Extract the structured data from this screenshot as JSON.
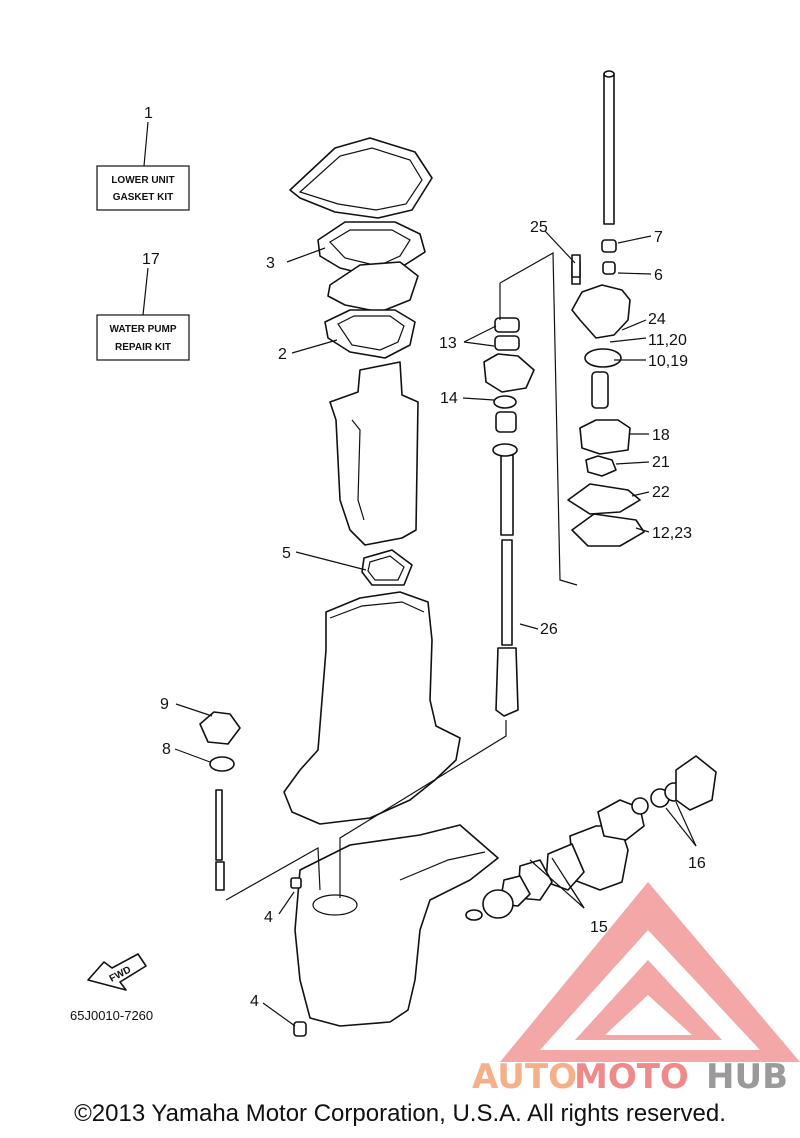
{
  "kits": {
    "kit1": {
      "number": "1",
      "line1": "LOWER UNIT",
      "line2": "GASKET KIT"
    },
    "kit17": {
      "number": "17",
      "line1": "WATER PUMP",
      "line2": "REPAIR KIT"
    }
  },
  "callouts": {
    "c2": "2",
    "c3": "3",
    "c4a": "4",
    "c4b": "4",
    "c5": "5",
    "c6": "6",
    "c7": "7",
    "c8": "8",
    "c9": "9",
    "c10": "10,19",
    "c11": "11,20",
    "c12": "12,23",
    "c13": "13",
    "c14": "14",
    "c15": "15",
    "c16": "16",
    "c18": "18",
    "c21": "21",
    "c22": "22",
    "c24": "24",
    "c25": "25",
    "c26": "26"
  },
  "fwd_label": "FWD",
  "part_code": "65J0010-7260",
  "watermark": {
    "auto": "AUTO",
    "moto": "MOTO",
    "hub": "HUB"
  },
  "copyright": "©2013 Yamaha Motor Corporation, U.S.A. All rights reserved.",
  "colors": {
    "watermark_orange": "#f5b08a",
    "watermark_red": "#f08a8a",
    "watermark_gray": "#9a9a9a"
  }
}
